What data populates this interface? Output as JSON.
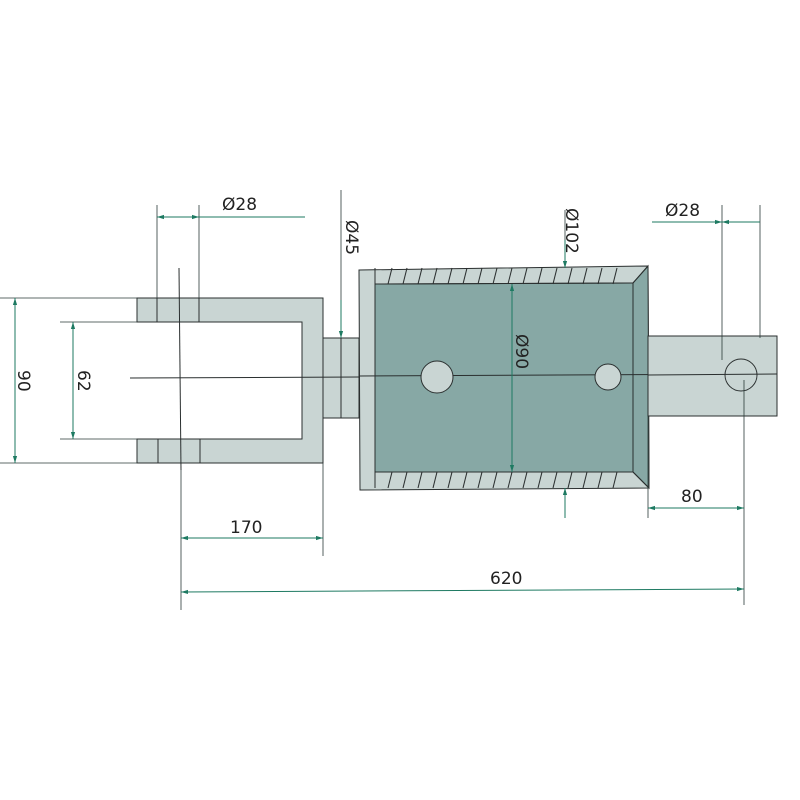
{
  "dimensions": {
    "pin_hole_left": "Ø28",
    "shaft_diameter": "Ø45",
    "body_outer_diameter": "Ø102",
    "body_inner_diameter": "Ø90",
    "pin_hole_right": "Ø28",
    "clevis_outer_height": "90",
    "clevis_inner_gap": "62",
    "clevis_length": "170",
    "overall_length": "620",
    "rod_end_length": "80"
  },
  "colors": {
    "part": "#c9d5d3",
    "body": "#87a8a5",
    "dimension": "#1e7a62"
  }
}
